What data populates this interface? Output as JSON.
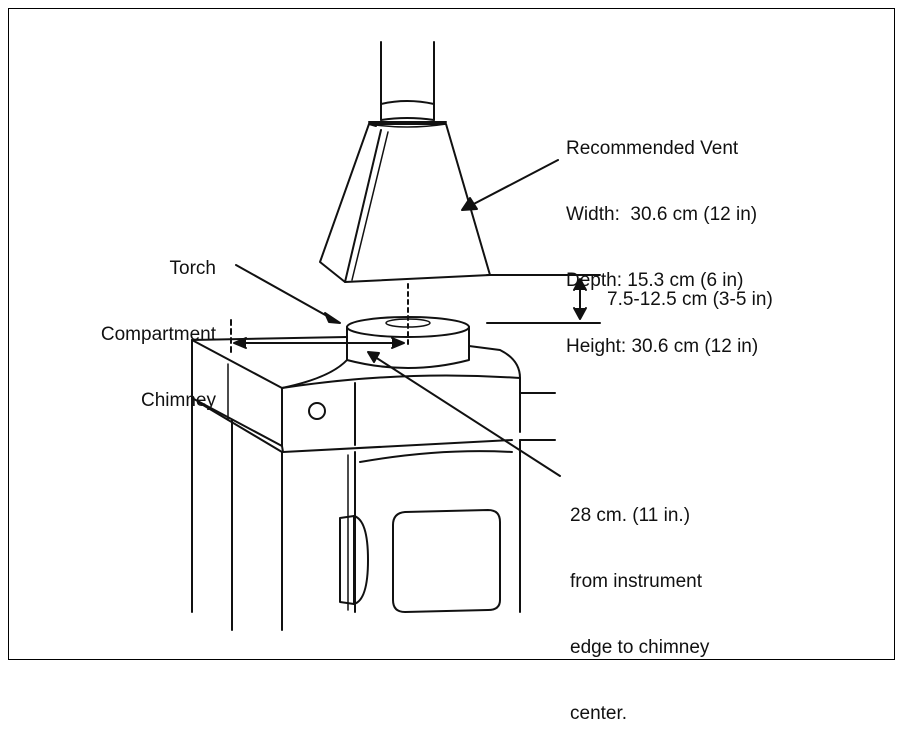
{
  "labels": {
    "vent": [
      "Recommended Vent",
      "Width:  30.6 cm (12 in)",
      "Depth: 15.3 cm (6 in)",
      "Height: 30.6 cm (12 in)"
    ],
    "chimney": [
      "Torch",
      "Compartment",
      "Chimney"
    ],
    "gap": "7.5-12.5 cm (3-5 in)",
    "distance": [
      "28 cm. (11 in.)",
      "from instrument",
      "edge to chimney",
      "center."
    ]
  },
  "colors": {
    "ink": "#111111",
    "background": "#ffffff"
  }
}
